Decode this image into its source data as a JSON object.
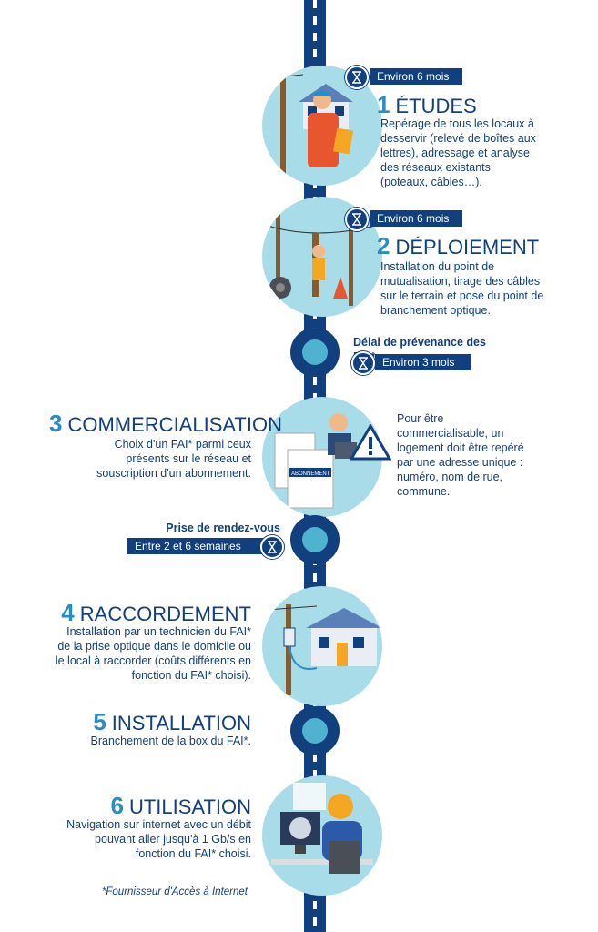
{
  "steps": [
    {
      "num": "1",
      "title": "ÉTUDES",
      "duration": "Environ 6 mois",
      "desc": "Repérage de tous les locaux à desservir (relevé de boîtes aux lettres), adressage et analyse des réseaux existants (poteaux, câbles…)."
    },
    {
      "num": "2",
      "title": "DÉPLOIEMENT",
      "duration": "Environ 6 mois",
      "desc": "Installation du point de mutualisation, tirage des câbles sur le terrain et pose du point de branchement optique."
    },
    {
      "num": "3",
      "title": "COMMERCIALISATION",
      "desc": "Choix d'un FAI* parmi ceux présents sur le réseau et souscription d'un abonnement.",
      "note": "Pour être commercialisable, un logement doit être repéré par une adresse unique : numéro, nom de rue, commune.",
      "paper_label": "ABONNEMENT"
    },
    {
      "num": "4",
      "title": "RACCORDEMENT",
      "desc": "Installation par un technicien du FAI* de la prise optique dans le domicile ou le local à raccorder (coûts différents en fonction du FAI* choisi)."
    },
    {
      "num": "5",
      "title": "INSTALLATION",
      "desc": "Branchement de la box du FAI*."
    },
    {
      "num": "6",
      "title": "UTILISATION",
      "desc": "Navigation sur internet avec un débit pouvant aller jusqu'à 1 Gb/s en fonction du FAI* choisi."
    }
  ],
  "intervals": [
    {
      "label": "Délai de prévenance des FAI*",
      "duration": "Environ 3 mois"
    },
    {
      "label": "Prise de rendez-vous",
      "duration": "Entre 2 et 6 semaines"
    }
  ],
  "footnote": "*Fournisseur d'Accès à Internet",
  "colors": {
    "navy": "#12407f",
    "accent": "#2a8cc4",
    "circle": "#a8dce8",
    "node": "#4fb3cf"
  },
  "icons": [
    "hourglass-icon",
    "warning-icon",
    "worker-icon",
    "house-icon",
    "computer-icon"
  ]
}
